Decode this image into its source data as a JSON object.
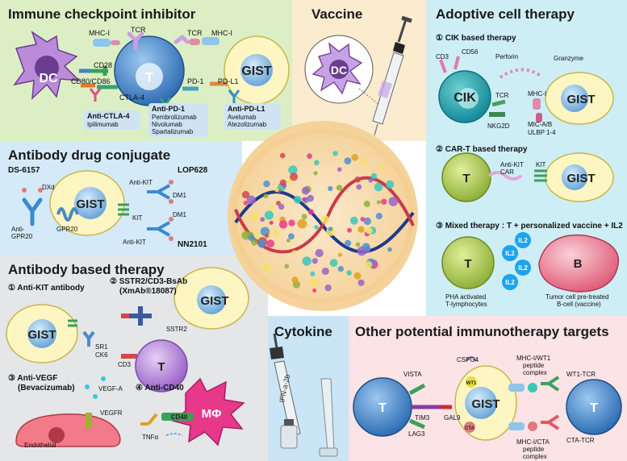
{
  "panels": {
    "checkpoint": {
      "title": "Immune checkpoint inhibitor",
      "labels": {
        "mhc1_left": "MHC-I",
        "tcr_left": "TCR",
        "tcr_right": "TCR",
        "mhc1_right": "MHC-I",
        "dc": "DC",
        "t": "T",
        "gist": "GIST",
        "cd28": "CD28",
        "cd80_86": "CD80/CD86",
        "ctla4": "CTLA-4",
        "pd1": "PD-1",
        "pdl1": "PD-L1"
      },
      "drugs": {
        "ctla4": {
          "head": "Anti-CTLA-4",
          "items": [
            "Ipilimumab"
          ]
        },
        "pd1": {
          "head": "Anti-PD-1",
          "items": [
            "Pembrolizumab",
            "Nivolumab",
            "Spartalizumab"
          ]
        },
        "pdl1": {
          "head": "Anti-PD-L1",
          "items": [
            "Avelumab",
            "Atezolizumab"
          ]
        }
      }
    },
    "vaccine": {
      "title": "Vaccine",
      "dc": "DC"
    },
    "adoptive": {
      "title": "Adoptive cell therapy",
      "cik": {
        "heading": "① CIK based therapy",
        "cd3": "CD3",
        "cd56": "CD56",
        "perforin": "Perforin",
        "granzyme": "Granzyme",
        "cik": "CIK",
        "tcr": "TCR",
        "mhc1": "MHC-I",
        "gist": "GIST",
        "nkg2d": "NKG2D",
        "mica": "MIC-A/B",
        "ulbp": "ULBP 1-4"
      },
      "cart": {
        "heading": "② CAR-T based therapy",
        "t": "T",
        "car1": "Anti-KIT",
        "car2": "CAR",
        "kit": "KIT",
        "gist": "GIST"
      },
      "mixed": {
        "heading": "③ Mixed therapy : T + personalized vaccine + IL2",
        "t": "T",
        "b": "B",
        "il2": "IL2",
        "t_caption1": "PHA activated",
        "t_caption2": "T-lymphocytes",
        "b_caption1": "Tumor cell pre-treated",
        "b_caption2": "B-cell (vaccine)"
      }
    },
    "adc": {
      "title": "Antibody drug conjugate",
      "ds": "DS-6157",
      "dxd": "DXd",
      "gist": "GIST",
      "anti_kit_top": "Anti-KIT",
      "lop": "LOP628",
      "dm1_top": "DM1",
      "kit": "KIT",
      "dm1_bottom": "DM1",
      "anti_gpr20_1": "Anti-",
      "anti_gpr20_2": "GPR20",
      "gpr20": "GPR20",
      "anti_kit_bottom": "Anti-KIT",
      "nn": "NN2101"
    },
    "antibody": {
      "title": "Antibody based therapy",
      "kit_heading": "① Anti-KIT antibody",
      "gist": "GIST",
      "sr1": "SR1",
      "ck6": "CK6",
      "sstr_heading1": "② SSTR2/CD3-BsAb",
      "sstr_heading2": "(XmAb®18087)",
      "gist2": "GIST",
      "sstr2": "SSTR2",
      "cd3": "CD3",
      "t": "T",
      "vegf_heading1": "③ Anti-VEGF",
      "vegf_heading2": "(Bevacizumab)",
      "vegfa": "VEGF-A",
      "vegfr": "VEGFR",
      "endothelial": "Endothelial",
      "cd40_heading": "④ Anti-CD40",
      "cd40": "CD40",
      "mphi": "MΦ",
      "tnfa": "TNFα"
    },
    "cytokine": {
      "title": "Cytokine",
      "syringe_text": "IFN-a-2b"
    },
    "other": {
      "title": "Other potential immunotherapy targets",
      "t_left": "T",
      "t_right": "T",
      "gist": "GIST",
      "vista": "VISTA",
      "tim3": "TIM3",
      "lag3": "LAG3",
      "cspg4": "CSPG4",
      "gal9": "GAL9",
      "wt1": "WT1",
      "cta": "CTA",
      "wt1_complex1": "MHC-I/WT1",
      "wt1_complex2": "peptide",
      "wt1_complex3": "complex",
      "cta_complex1": "MHC-I/CTA",
      "cta_complex2": "peptide",
      "cta_complex3": "complex",
      "wt1_tcr": "WT1-TCR",
      "cta_tcr": "CTA-TCR"
    }
  },
  "colors": {
    "checkpoint_bg": "#dcefc4",
    "vaccine_bg": "#fbeccf",
    "adoptive_bg": "#cdeef5",
    "adc_bg": "#d4eaf8",
    "antibody_bg": "#e4e6e8",
    "cytokine_bg": "#c9e5f6",
    "other_bg": "#fbe3e6",
    "drugbox": "#cfe3f3",
    "gist": "#fdf6c3",
    "tcell": "#4f8fcf"
  }
}
